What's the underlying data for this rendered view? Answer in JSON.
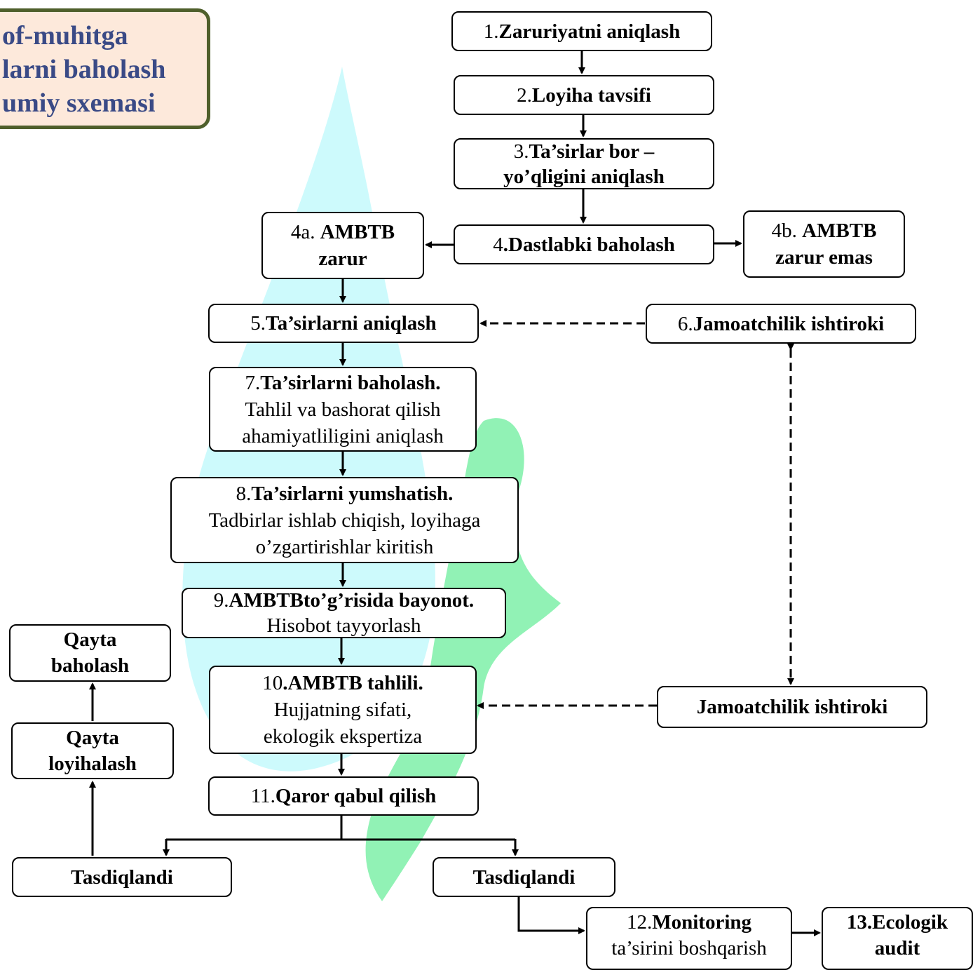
{
  "title": {
    "lines": [
      "of-muhitga",
      "larni baholash",
      "umiy sxemasi"
    ]
  },
  "boxes": {
    "b1": {
      "num": "1.",
      "bold": "Zaruriyatni aniqlash"
    },
    "b2": {
      "num": "2.",
      "bold": "Loyiha tavsifi"
    },
    "b3": {
      "num": "3.",
      "bold": "Ta’sirlar bor –",
      "bold2": "yo’qligini aniqlash"
    },
    "b4": {
      "num": "4",
      "bold": ".Dastlabki baholash"
    },
    "b4a": {
      "num": "4a. ",
      "bold": "AMBTB",
      "bold2": "zarur"
    },
    "b4b": {
      "num": "4b. ",
      "bold": "AMBTB",
      "bold2": "zarur emas"
    },
    "b5": {
      "num": "5.",
      "bold": "Ta’sirlarni aniqlash"
    },
    "b6": {
      "num": "6.",
      "bold": "Jamoatchilik ishtiroki"
    },
    "b7": {
      "num": "7.",
      "bold": "Ta’sirlarni baholash.",
      "line2": "Tahlil va bashorat qilish",
      "line3": "ahamiyatliligini aniqlash"
    },
    "b8": {
      "num": "8.",
      "bold": "Ta’sirlarni yumshatish.",
      "line2": "Tadbirlar ishlab chiqish, loyihaga",
      "line3": "o’zgartirishlar kiritish"
    },
    "b9": {
      "num": "9.",
      "bold": "AMBTBto’g’risida bayonot.",
      "line2": "Hisobot tayyorlash"
    },
    "b10": {
      "num": "10",
      "bold": ".AMBTB tahlili.",
      "line2": "Hujjatning sifati,",
      "line3": "ekologik ekspertiza"
    },
    "b11": {
      "num": "11.",
      "bold": "Qaror qabul qilish"
    },
    "bJam2": {
      "bold": "Jamoatchilik ishtiroki"
    },
    "bQb": {
      "bold": "Qayta",
      "bold2": "baholash"
    },
    "bQl": {
      "bold": "Qayta",
      "bold2": "loyihalash"
    },
    "bT1": {
      "bold": "Tasdiqlandi"
    },
    "bT2": {
      "bold": "Tasdiqlandi"
    },
    "b12": {
      "num": "12.",
      "bold": "Monitoring",
      "line2": "ta’sirini boshqarish"
    },
    "b13": {
      "bold": "13.Ecologik",
      "bold2": "audit"
    }
  },
  "colors": {
    "title_bg": "#fde9db",
    "title_border": "#4f5f2b",
    "title_text": "#3a4a86",
    "watermark_cyan": "#c8fafc",
    "watermark_green": "#7ef0a8"
  }
}
